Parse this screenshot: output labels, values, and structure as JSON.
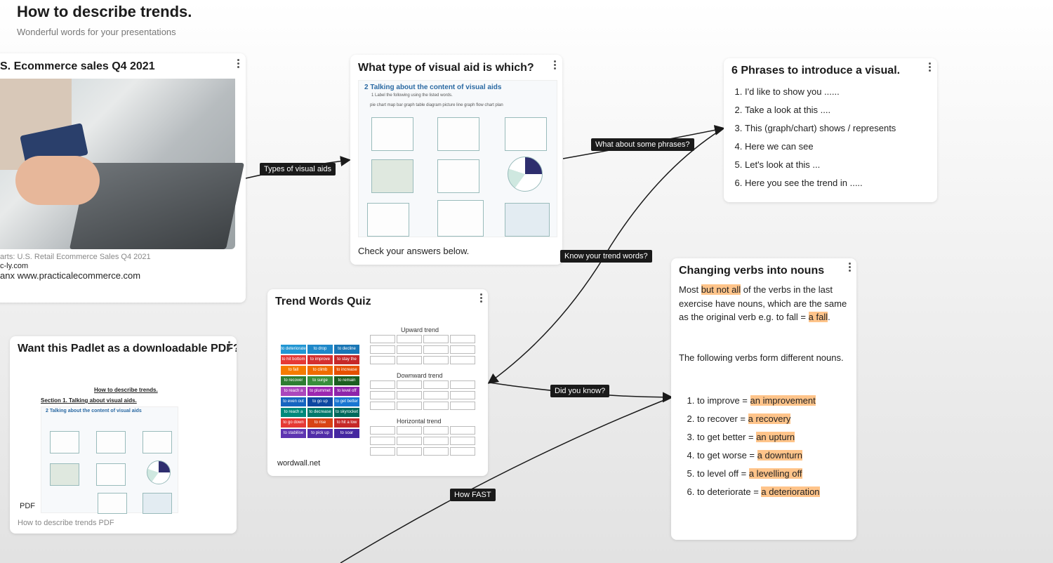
{
  "header": {
    "title": "How to describe trends.",
    "subtitle": "Wonderful words for your presentations"
  },
  "cards": {
    "ecommerce": {
      "title": "S. Ecommerce sales Q4 2021",
      "source_chip": "c-ly.com",
      "caption_small": "arts: U.S. Retail Ecommerce Sales Q4 2021",
      "caption": "anx www.practicalecommerce.com"
    },
    "visual_aid": {
      "title": "What type of visual aid is which?",
      "sheet_heading": "2  Talking about the content of visual aids",
      "sheet_sub": "1  Label the following using the listed words.",
      "sheet_words": "pie chart   map   bar graph   table   diagram   picture   line graph   flow chart   plan",
      "caption": "Check your answers below."
    },
    "phrases": {
      "title": "6 Phrases to introduce a visual.",
      "items": [
        "I'd like to show you ......",
        "Take a look at this ....",
        "This (graph/chart) shows / represents",
        "Here we can see",
        "Let's look at this ...",
        "Here you see the trend in ....."
      ]
    },
    "verbs": {
      "title": "Changing verbs into nouns",
      "para1_a": "Most ",
      "para1_hl": "but not all",
      "para1_b": " of the verbs in the last exercise have nouns, which are the same as the original verb e.g. to fall = ",
      "para1_hl2": "a fall",
      "para1_c": ".",
      "para2": "The following verbs form different nouns.",
      "items": [
        {
          "verb": "to improve = ",
          "noun": "an improvement"
        },
        {
          "verb": "to recover = ",
          "noun": "a recovery"
        },
        {
          "verb": "to get better = ",
          "noun": "an upturn"
        },
        {
          "verb": "to get worse = ",
          "noun": "a downturn"
        },
        {
          "verb": "to level off = ",
          "noun": "a levelling off"
        },
        {
          "verb": "to deteriorate = ",
          "noun": "a deterioration"
        }
      ]
    },
    "quiz": {
      "title": "Trend Words Quiz",
      "source_chip": "wordwall.net",
      "headings": [
        "Upward trend",
        "Downward trend",
        "Horizontal trend"
      ],
      "tiles": [
        {
          "text": "to deteriorate",
          "color": "#2196d3"
        },
        {
          "text": "to drop",
          "color": "#1e88c9"
        },
        {
          "text": "to decline",
          "color": "#1976b5"
        },
        {
          "text": "to hit bottom",
          "color": "#e53935"
        },
        {
          "text": "to improve",
          "color": "#d32f2f"
        },
        {
          "text": "to stay the same",
          "color": "#c62828"
        },
        {
          "text": "to fall",
          "color": "#f57c00"
        },
        {
          "text": "to climb",
          "color": "#ef6c00"
        },
        {
          "text": "to increase",
          "color": "#e65100"
        },
        {
          "text": "to recover",
          "color": "#2e7d32"
        },
        {
          "text": "to surge",
          "color": "#388e3c"
        },
        {
          "text": "to remain stable",
          "color": "#1b5e20"
        },
        {
          "text": "to reach a low point",
          "color": "#ab47bc"
        },
        {
          "text": "to plummet",
          "color": "#9c27b0"
        },
        {
          "text": "to level off",
          "color": "#8e24aa"
        },
        {
          "text": "to even out",
          "color": "#1565c0"
        },
        {
          "text": "to go up",
          "color": "#0d47a1"
        },
        {
          "text": "to get better",
          "color": "#1976d2"
        },
        {
          "text": "to reach a peak / to peak",
          "color": "#00897b"
        },
        {
          "text": "to decrease",
          "color": "#00796b"
        },
        {
          "text": "to skyrocket",
          "color": "#00695c"
        },
        {
          "text": "to go down",
          "color": "#e53935"
        },
        {
          "text": "to rise",
          "color": "#d84315"
        },
        {
          "text": "to hit a low",
          "color": "#c62828"
        },
        {
          "text": "to stabilise",
          "color": "#5e35b1"
        },
        {
          "text": "to pick up",
          "color": "#512da8"
        },
        {
          "text": "to soar",
          "color": "#4527a0"
        }
      ]
    },
    "pdf": {
      "title": "Want this Padlet as a downloadable PDF?",
      "doc_title": "How to describe trends.",
      "doc_section": "Section 1. Talking about visual aids.",
      "sheet_heading": "2  Talking about the content of visual aids",
      "chip": "PDF",
      "caption": "How to describe trends PDF"
    }
  },
  "connections": {
    "types": "Types of visual aids",
    "phrases": "What about some phrases?",
    "trend_words": "Know your trend words?",
    "did_you_know": "Did you know?",
    "how_fast": "How FAST"
  },
  "colors": {
    "highlight": "#ffc48a",
    "connector": "#1a1a1a",
    "card_bg": "#ffffff"
  }
}
